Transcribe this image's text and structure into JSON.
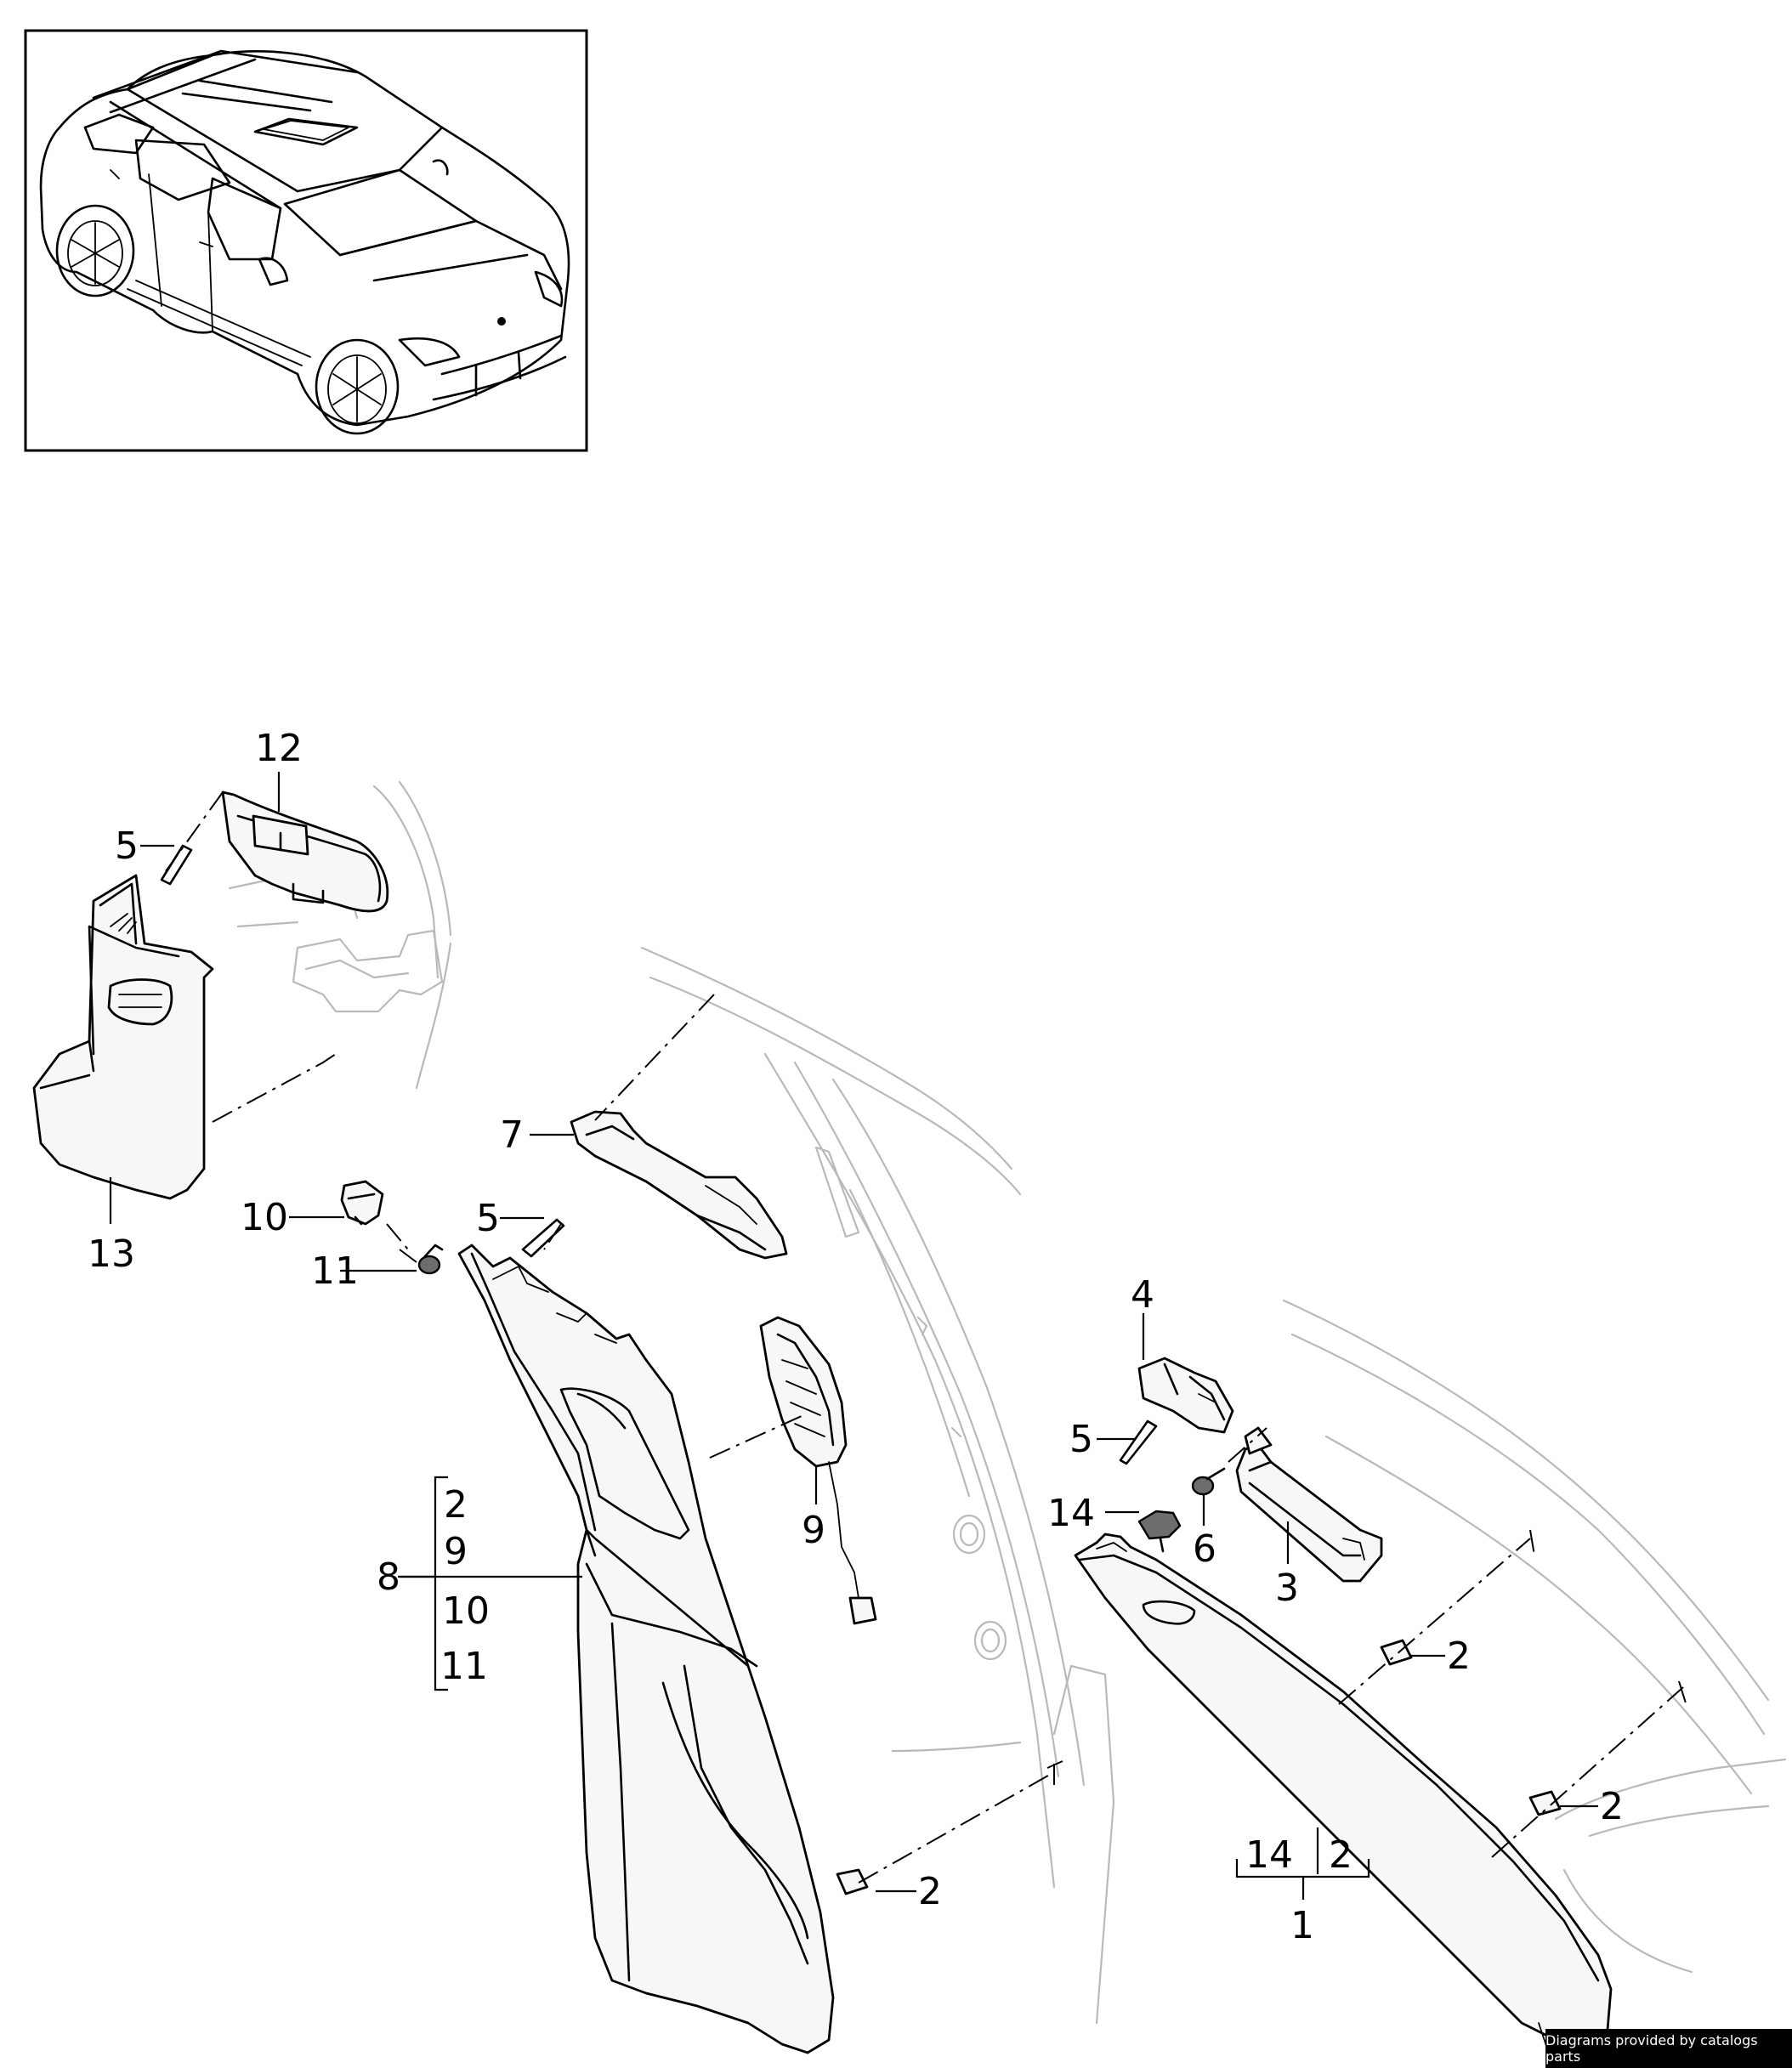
{
  "callouts": {
    "c12": "12",
    "c5a": "5",
    "c13": "13",
    "c10": "10",
    "c11": "11",
    "c7": "7",
    "c5b": "5",
    "c9": "9",
    "c8": "8",
    "c8_list": [
      "2",
      "9",
      "10",
      "11"
    ],
    "c2a": "2",
    "c4": "4",
    "c5c": "5",
    "c14": "14",
    "c6": "6",
    "c3": "3",
    "c2b": "2",
    "c2c": "2",
    "c1": "1",
    "c1_list": [
      "14",
      "2"
    ]
  },
  "footer": {
    "credit": "Diagrams provided by catalogs parts"
  }
}
